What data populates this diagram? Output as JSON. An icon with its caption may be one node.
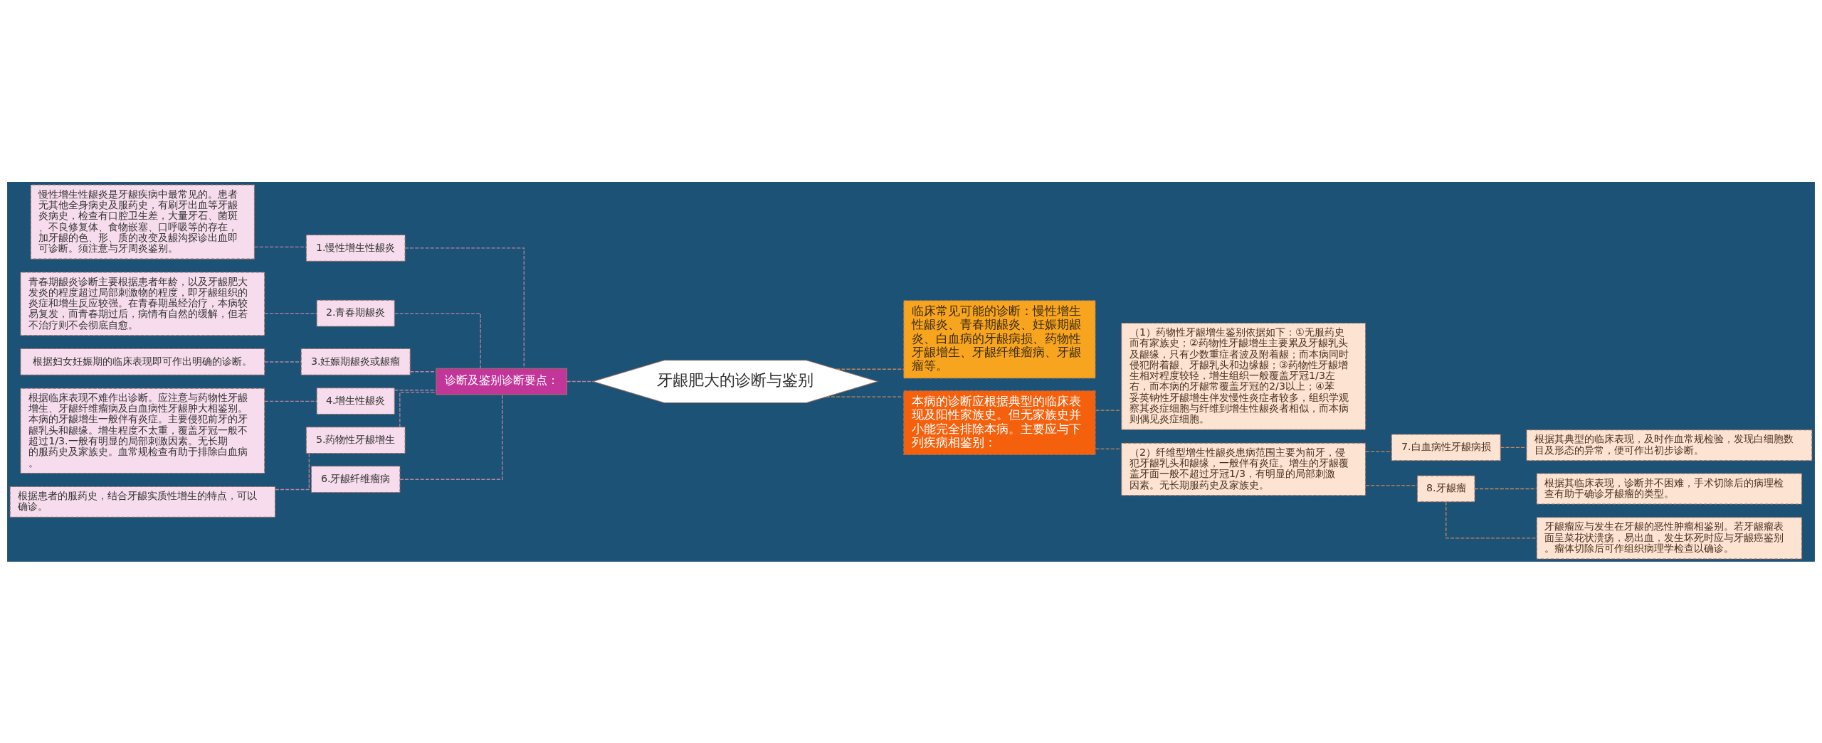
{
  "diagram": {
    "nodes": [
      {
        "text": [
          "牙龈肥大的诊断与鉴别"
        ]
      },
      {
        "text": [
          "诊断及鉴别诊断要点："
        ]
      },
      {
        "text": [
          "1.慢性增生性龈炎"
        ]
      },
      {
        "text": [
          "慢性增生性龈炎是牙龈疾病中最常见的。患者无其他全身病史及服药史，有刷牙出血等牙龈炎病史，检查有口腔卫生差，大量牙石、菌斑、不良修复体、食物嵌塞、口呼吸等的存在，加牙龈的色、形、质的改变及龈沟探诊出血即可诊断。须注意与牙周炎鉴别。"
        ]
      },
      {
        "text": [
          "2.青春期龈炎"
        ]
      },
      {
        "text": [
          "青春期龈炎诊断主要根据患者年龄，以及牙龈肥大发炎的程度超过局部刺激物的程度，即牙龈组织的炎症和增生反应较强。在青春期虽经治疗，本病较易复发，而青春期过后，病情有自然的缓解，但若不治疗则不会彻底自愈。"
        ]
      },
      {
        "text": [
          "3.妊娠期龈炎或龈瘤"
        ]
      },
      {
        "text": [
          "根据妇女妊娠期的临床表现即可作出明确的诊断。"
        ]
      },
      {
        "text": [
          "4.增生性龈炎"
        ]
      },
      {
        "text": [
          "根据临床表现不难作出诊断。应注意与药物性牙龈增生、牙龈纤维瘤病及白血病性牙龈肿大相鉴别。本病的牙龈增生一般伴有炎症。主要侵犯前牙的牙龈乳头和龈缘。增生程度不太重，覆盖牙冠一般不超过1/3.一般有明显的局部刺激因素。无长期的服药史及家族史。血常规检查有助于排除白血病。"
        ]
      },
      {
        "text": [
          "5.药物性牙龈增生"
        ]
      },
      {
        "text": [
          "根据患者的服药史，结合牙龈实质性增生的特点，可以确诊。"
        ]
      },
      {
        "text": [
          "6.牙龈纤维瘤病"
        ]
      },
      {
        "text": [
          "临床常见可能的诊断：慢性增生性龈炎、青春期龈炎、妊娠期龈炎、白血病的牙龈病损、药物性牙龈增生、牙龈纤维瘤病、牙龈瘤等。"
        ]
      },
      {
        "text": [
          "本病的诊断应根据典型的临床表现及阳性家族史。但无家族史并小能完全排除本病。主要应与下列疾病相鉴别："
        ]
      },
      {
        "text": [
          "（1）药物性牙龈增生鉴别依据如下：①无服药史而有家族史；②药物性牙龈增生主要累及牙龈乳头及龈缘，只有少数重症者波及附着龈；而本病同时侵犯附着龈、牙龈乳头和边缘龈；③药物性牙龈增生相对程度较轻，增生组织一般覆盖牙冠1/3左右，而本病的牙龈常覆盖牙冠的2/3以上；④苯妥英钠性牙龈增生伴发慢性炎症者较多，组织学观察其炎症细胞与纤维到增生性龈炎者相似，而本病则偶见炎症细胞。"
        ]
      },
      {
        "text": [
          "（2）纤维型增生性龈炎患病范围主要为前牙，侵犯牙龈乳头和龈缘，一般伴有炎症。增生的牙龈覆盖牙面一般不超过牙冠1/3，有明显的局部刺激因素。无长期服药史及家族史。"
        ]
      },
      {
        "text": [
          "7.白血病性牙龈病损"
        ]
      },
      {
        "text": [
          "根据其典型的临床表现，及时作血常规检验，发现白细胞数目及形态的异常，便可作出初步诊断。"
        ]
      },
      {
        "text": [
          "8.牙龈瘤"
        ]
      },
      {
        "text": [
          "根据其临床表现，诊断并不困难，手术切除后的病理检查有助于确诊牙龈瘤的类型。"
        ]
      },
      {
        "text": [
          "牙龈瘤应与发生在牙龈的恶性肿瘤相鉴别。若牙龈瘤表面呈菜花状溃疡，易出血，发生坏死时应与牙龈癌鉴别。瘤体切除后可作组织病理学检查以确诊。"
        ]
      }
    ],
    "edges": [
      {
        "from": 0,
        "to": 1,
        "arrow": "none",
        "style": "dashed"
      },
      {
        "from": 1,
        "to": 2,
        "arrow": "none",
        "style": "dashed"
      },
      {
        "from": 2,
        "to": 3,
        "arrow": "none",
        "style": "dashed"
      },
      {
        "from": 1,
        "to": 4,
        "arrow": "none",
        "style": "dashed"
      },
      {
        "from": 4,
        "to": 5,
        "arrow": "none",
        "style": "dashed"
      },
      {
        "from": 1,
        "to": 6,
        "arrow": "none",
        "style": "dashed"
      },
      {
        "from": 6,
        "to": 7,
        "arrow": "none",
        "style": "dashed"
      },
      {
        "from": 1,
        "to": 8,
        "arrow": "none",
        "style": "dashed"
      },
      {
        "from": 8,
        "to": 9,
        "arrow": "none",
        "style": "dashed"
      },
      {
        "from": 1,
        "to": 10,
        "arrow": "none",
        "style": "dashed"
      },
      {
        "from": 10,
        "to": 11,
        "arrow": "none",
        "style": "dashed"
      },
      {
        "from": 1,
        "to": 12,
        "arrow": "none",
        "style": "dashed"
      },
      {
        "from": 0,
        "to": 13,
        "arrow": "none",
        "style": "dashed"
      },
      {
        "from": 0,
        "to": 14,
        "arrow": "none",
        "style": "dashed"
      },
      {
        "from": 14,
        "to": 15,
        "arrow": "none",
        "style": "dashed"
      },
      {
        "from": 14,
        "to": 16,
        "arrow": "none",
        "style": "dashed"
      },
      {
        "from": 16,
        "to": 17,
        "arrow": "none",
        "style": "dashed"
      },
      {
        "from": 17,
        "to": 18,
        "arrow": "none",
        "style": "dashed"
      },
      {
        "from": 16,
        "to": 19,
        "arrow": "none",
        "style": "dashed"
      },
      {
        "from": 19,
        "to": 20,
        "arrow": "none",
        "style": "dashed"
      },
      {
        "from": 19,
        "to": 21,
        "arrow": "none",
        "style": "dashed"
      }
    ]
  }
}
